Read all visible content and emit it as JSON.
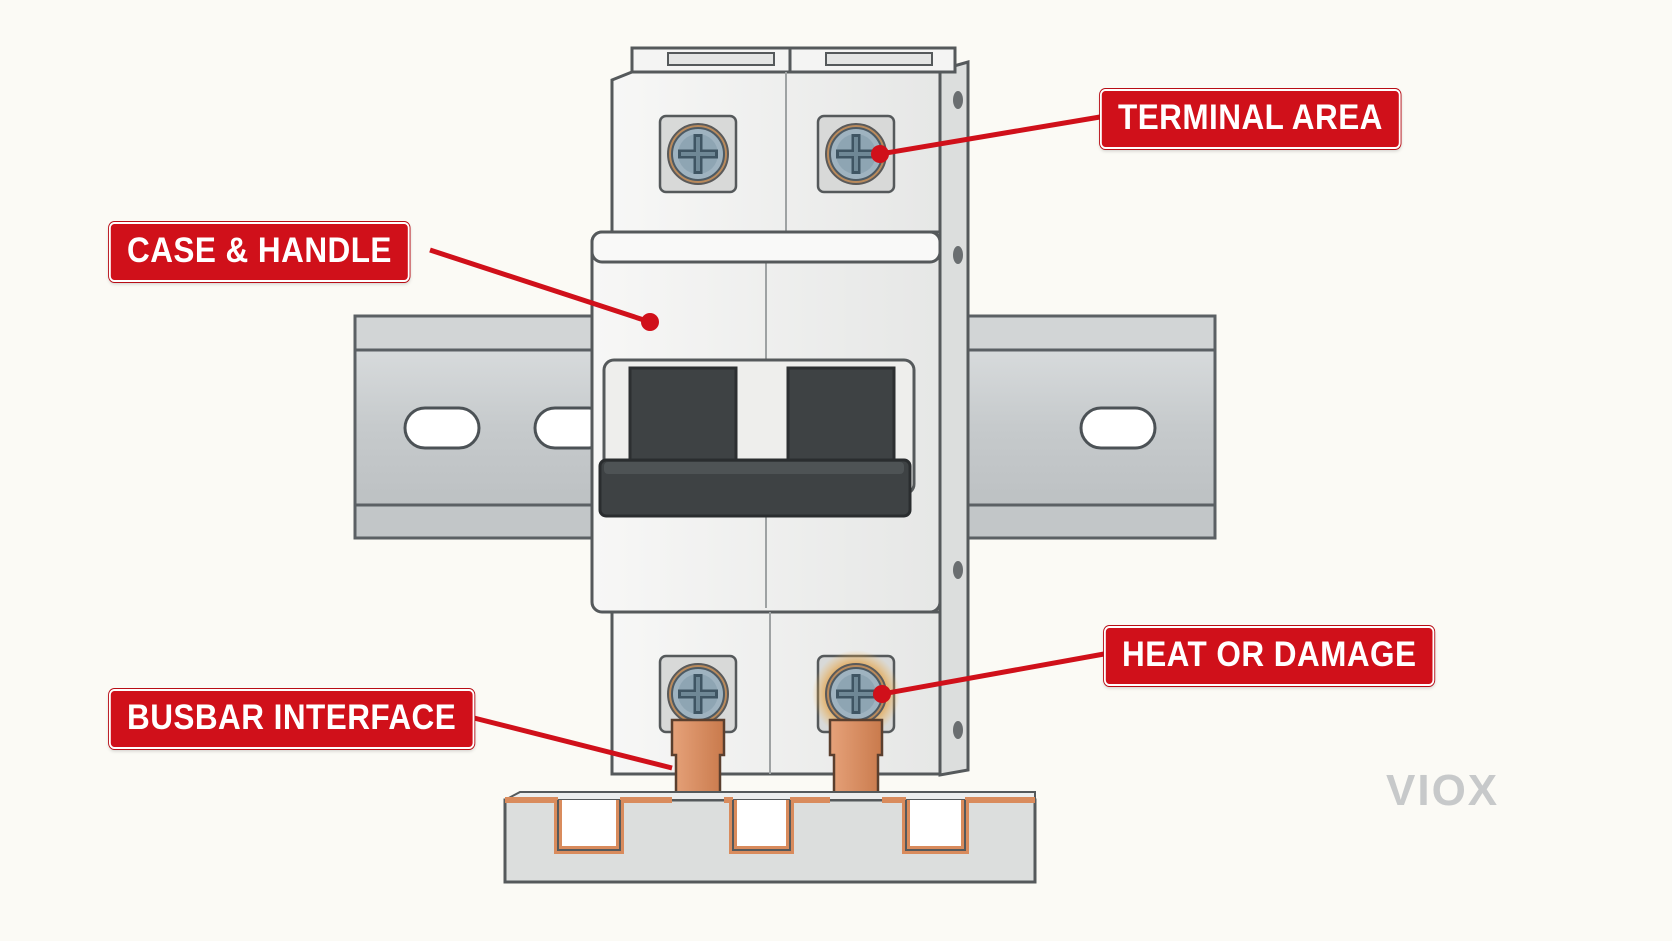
{
  "callouts": {
    "terminal_area": "TERMINAL AREA",
    "case_handle": "CASE & HANDLE",
    "heat_damage": "HEAT OR DAMAGE",
    "busbar_interface": "BUSBAR INTERFACE"
  },
  "logo": {
    "text": "VIOX"
  },
  "colors": {
    "background": "#fbfaf5",
    "callout_red": "#d0101a",
    "breaker_body": "#f1f2f1",
    "handle_dark": "#3e4244",
    "din_rail": "#c9cccd",
    "copper": "#d98b5c",
    "screw_blue": "#93a9b6"
  },
  "icons": [
    "screw-icon",
    "copper-lug-icon",
    "din-rail-slot-icon"
  ]
}
